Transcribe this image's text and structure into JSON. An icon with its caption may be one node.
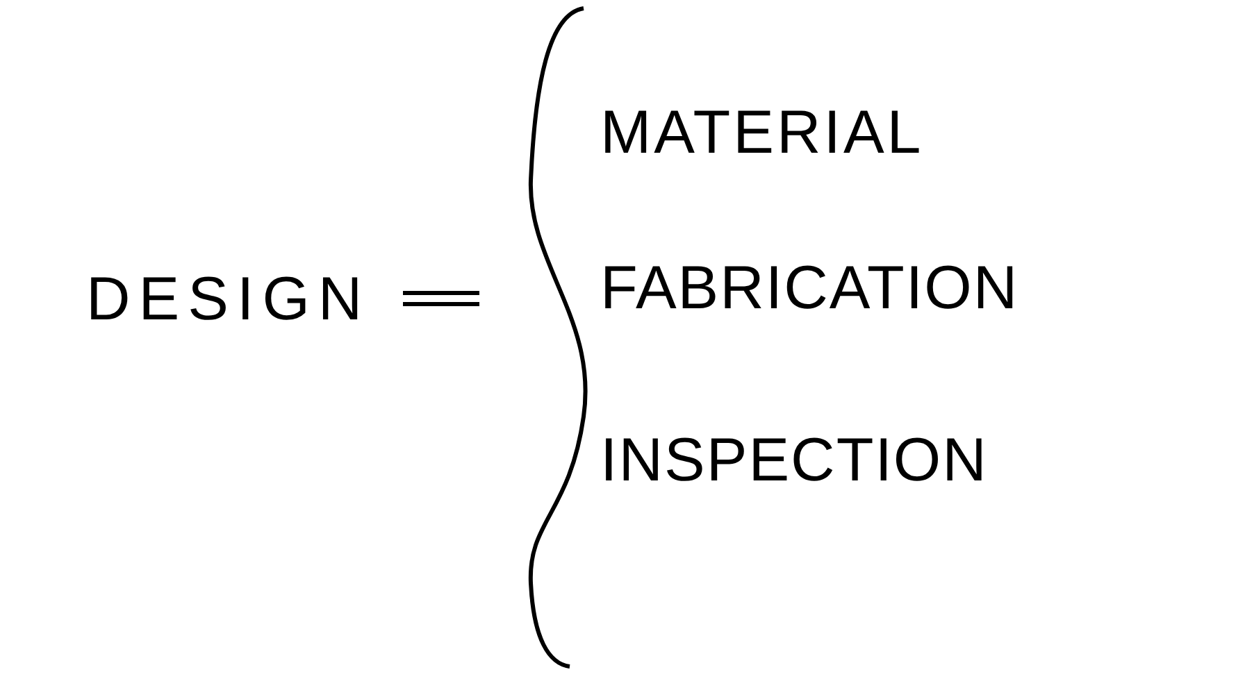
{
  "diagram": {
    "labels": [
      "DESIGN",
      "MATERIAL",
      "FABRICATION",
      "INSPECTION"
    ]
  }
}
